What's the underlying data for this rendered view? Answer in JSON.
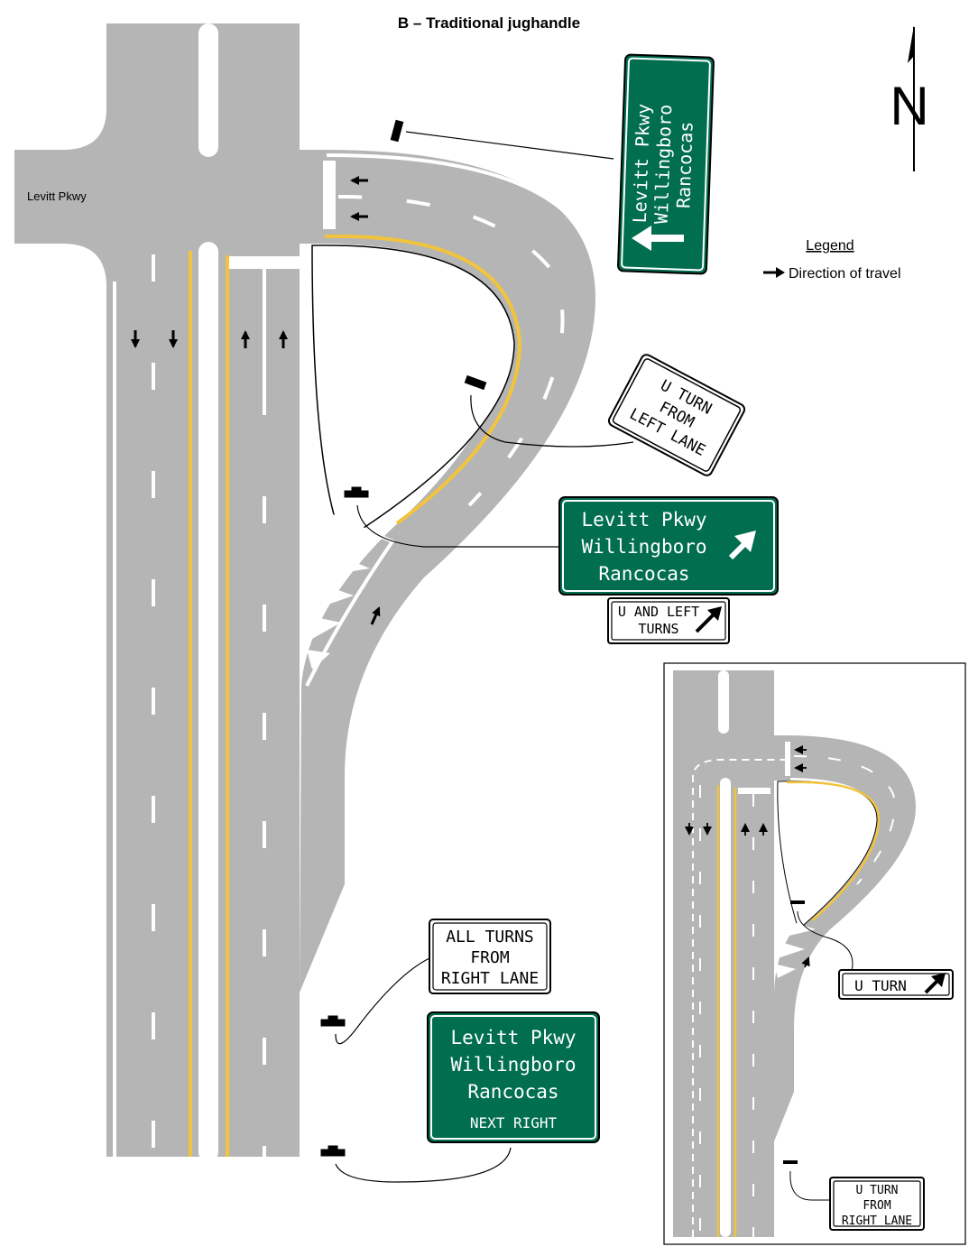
{
  "title": "B – Traditional jughandle",
  "compass": {
    "label": "N"
  },
  "cross_street_label": "Levitt Pkwy",
  "legend": {
    "title": "Legend",
    "items": [
      {
        "icon": "arrow-right-icon",
        "label": "Direction of travel"
      }
    ]
  },
  "colors": {
    "pavement": "#b5b5b5",
    "edge_line": "#ffffff",
    "center_line": "#f2c33c",
    "guide_sign": "#006e4f",
    "outline": "#000000"
  },
  "signs": {
    "rotated_guide": {
      "lines": [
        "Levitt Pkwy",
        "Willingboro",
        "Rancocas"
      ],
      "arrow": "arrow-left-icon"
    },
    "u_turn_from_left_lane": {
      "lines": [
        "U TURN",
        "FROM",
        "LEFT LANE"
      ]
    },
    "guide_exit": {
      "lines": [
        "Levitt Pkwy",
        "Willingboro",
        "Rancocas"
      ],
      "arrow": "arrow-up-right-icon"
    },
    "u_and_left_turns": {
      "lines": [
        "U AND LEFT",
        "TURNS"
      ],
      "arrow": "arrow-up-right-icon"
    },
    "all_turns_from_right_lane": {
      "lines": [
        "ALL TURNS",
        "FROM",
        "RIGHT LANE"
      ]
    },
    "guide_advance": {
      "lines": [
        "Levitt Pkwy",
        "Willingboro",
        "Rancocas"
      ],
      "footer": "NEXT RIGHT"
    }
  },
  "inset": {
    "u_turn": {
      "label": "U TURN",
      "arrow": "arrow-up-right-icon"
    },
    "u_turn_from_right_lane": {
      "lines": [
        "U TURN",
        "FROM",
        "RIGHT LANE"
      ]
    }
  }
}
